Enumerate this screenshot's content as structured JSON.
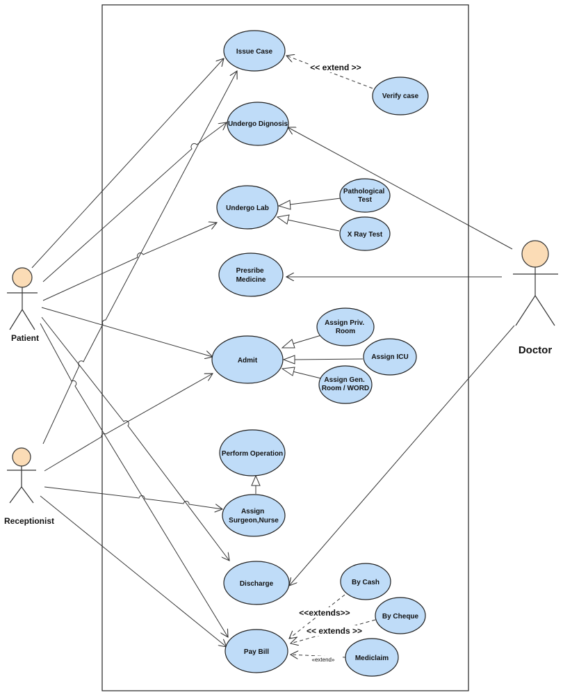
{
  "actors": {
    "patient": "Patient",
    "receptionist": "Receptionist",
    "doctor": "Doctor"
  },
  "use_cases": {
    "issue_case": [
      "Issue Case"
    ],
    "verify_case": [
      "Verify case"
    ],
    "undergo_dignosis": [
      "Undergo Dignosis"
    ],
    "undergo_lab": [
      "Undergo Lab"
    ],
    "pathological_test": [
      "Pathological",
      "Test"
    ],
    "xray_test": [
      "X Ray Test"
    ],
    "presribe_medicine": [
      "Presribe",
      "Medicine"
    ],
    "admit": [
      "Admit"
    ],
    "assign_priv_room": [
      "Assign Priv.",
      "Room"
    ],
    "assign_icu": [
      "Assign ICU"
    ],
    "assign_gen_room": [
      "Assign Gen.",
      "Room / WORD"
    ],
    "perform_operation": [
      "Perform Operation"
    ],
    "assign_surgeon_nurse": [
      "Assign",
      "Surgeon,Nurse"
    ],
    "discharge": [
      "Discharge"
    ],
    "pay_bill": [
      "Pay Bill"
    ],
    "by_cash": [
      "By Cash"
    ],
    "by_cheque": [
      "By Cheque"
    ],
    "mediclaim": [
      "Mediclaim"
    ]
  },
  "stereotypes": {
    "verify_extend": "<< extend >>",
    "cash_extend": "<<extends>>",
    "cheque_extend": "<< extends >>",
    "mediclaim_extend": "«extend»"
  },
  "colors": {
    "use_case_fill": "#bfdcf8",
    "actor_head_fill": "#fbdcb6",
    "line": "#333333"
  }
}
